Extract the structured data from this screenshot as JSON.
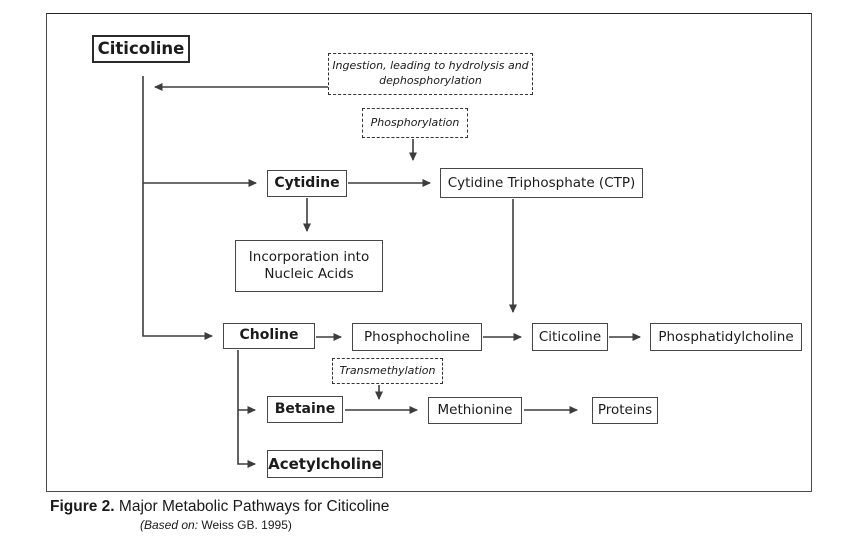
{
  "figure": {
    "caption_label": "Figure 2.",
    "caption_text": " Major Metabolic Pathways for Citicoline",
    "source_prefix": "(Based on:",
    "source_text": " Weiss GB. 1995)"
  },
  "nodes": {
    "citicoline_main": "Citicoline",
    "cytidine": "Cytidine",
    "ctp": "Cytidine Triphosphate (CTP)",
    "incorporation": "Incorporation into Nucleic Acids",
    "choline": "Choline",
    "phosphocholine": "Phosphocholine",
    "citicoline_mid": "Citicoline",
    "phosphatidylcholine": "Phosphatidylcholine",
    "betaine": "Betaine",
    "methionine": "Methionine",
    "proteins": "Proteins",
    "acetylcholine": "Acetylcholine"
  },
  "process_notes": {
    "ingestion": "Ingestion, leading to hydrolysis and dephosphorylation",
    "phosphorylation": "Phosphorylation",
    "transmethylation": "Transmethylation"
  },
  "colors": {
    "line": "#3d3d3d",
    "box_border": "#474747",
    "frame_border": "#4a4a4a",
    "text": "#1b1b1b",
    "background": "#ffffff"
  }
}
